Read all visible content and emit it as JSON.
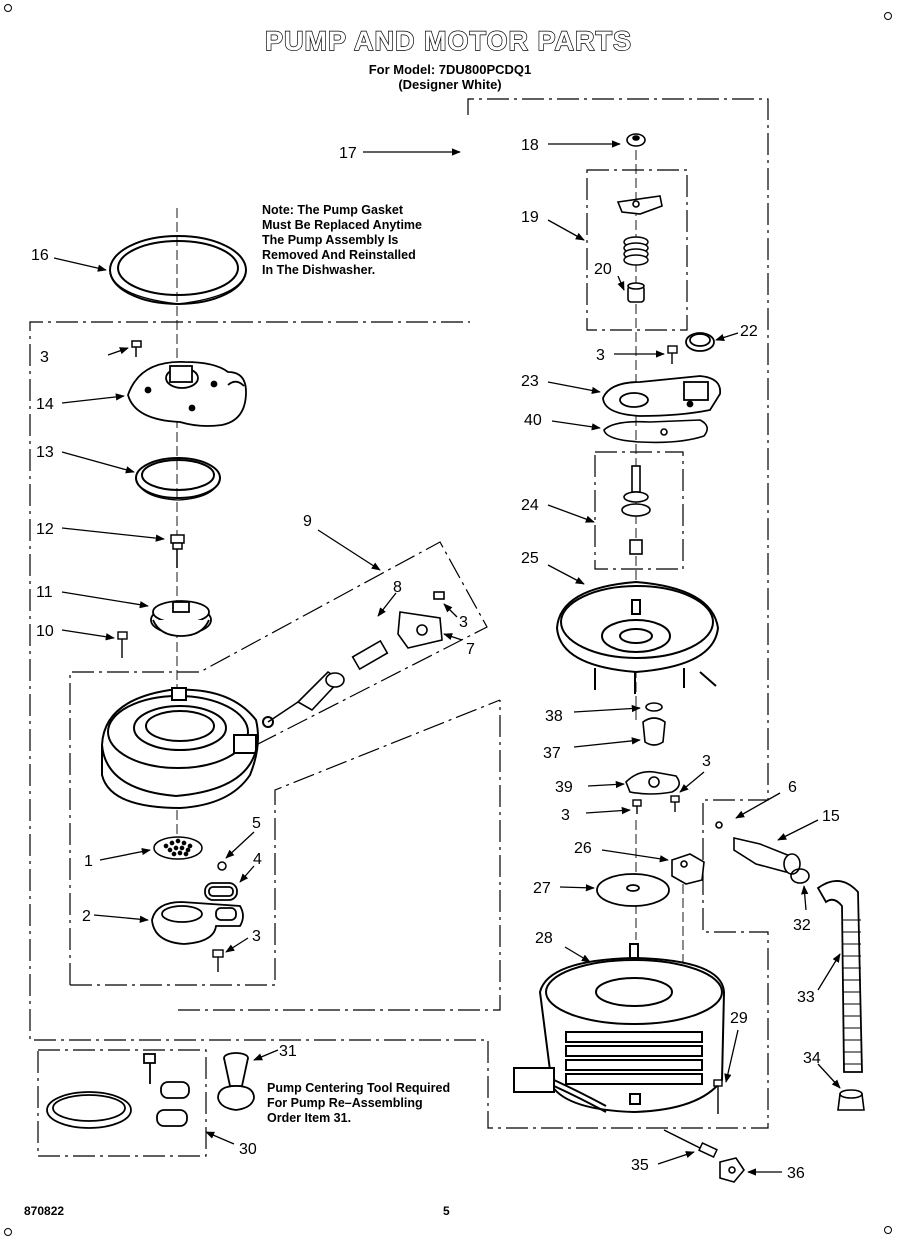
{
  "title": "PUMP AND MOTOR PARTS",
  "model_line": "For Model: 7DU800PCDQ1",
  "model_color": "(Designer White)",
  "note_gasket": [
    "Note: The Pump Gasket",
    "Must Be Replaced Anytime",
    "The Pump Assembly Is",
    "Removed And Reinstalled",
    "In The Dishwasher."
  ],
  "note_tool": [
    "Pump Centering Tool Required",
    "For Pump Re–Assembling",
    "Order Item 31."
  ],
  "footer_code": "870822",
  "page_number": "5",
  "callouts": [
    "17",
    "18",
    "19",
    "20",
    "16",
    "22",
    "3",
    "23",
    "14",
    "40",
    "13",
    "12",
    "24",
    "9",
    "8",
    "25",
    "11",
    "3",
    "7",
    "10",
    "38",
    "37",
    "3",
    "39",
    "3",
    "5",
    "1",
    "4",
    "26",
    "2",
    "27",
    "3",
    "28",
    "29",
    "31",
    "30",
    "6",
    "15",
    "32",
    "33",
    "34",
    "35",
    "36",
    "3"
  ]
}
